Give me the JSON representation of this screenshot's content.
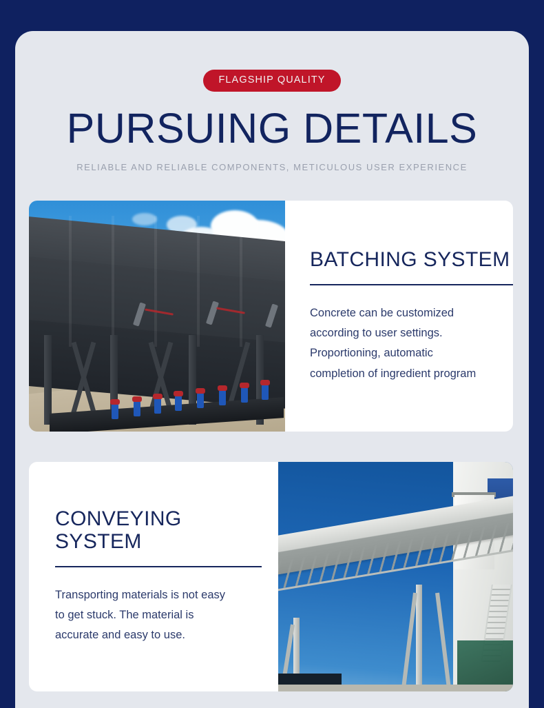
{
  "page": {
    "frame_color": "#0f2160",
    "panel_color": "#e4e7ed",
    "accent_navy": "#16265c",
    "accent_red": "#c01529"
  },
  "header": {
    "badge": "FLAGSHIP QUALITY",
    "title": "PURSUING DETAILS",
    "subtitle": "RELIABLE AND RELIABLE COMPONENTS, METICULOUS USER EXPERIENCE"
  },
  "cards": [
    {
      "heading": "BATCHING SYSTEM",
      "body": "Concrete can be customized according to user settings. Proportioning, automatic completion of ingredient program",
      "image_alt": "aggregate-batching-hopper-photo",
      "image_position": "left"
    },
    {
      "heading": "CONVEYING SYSTEM",
      "body": "Transporting materials is not easy to get stuck. The material is accurate and easy to use.",
      "image_alt": "belt-conveyor-bridge-photo",
      "image_position": "right"
    }
  ]
}
